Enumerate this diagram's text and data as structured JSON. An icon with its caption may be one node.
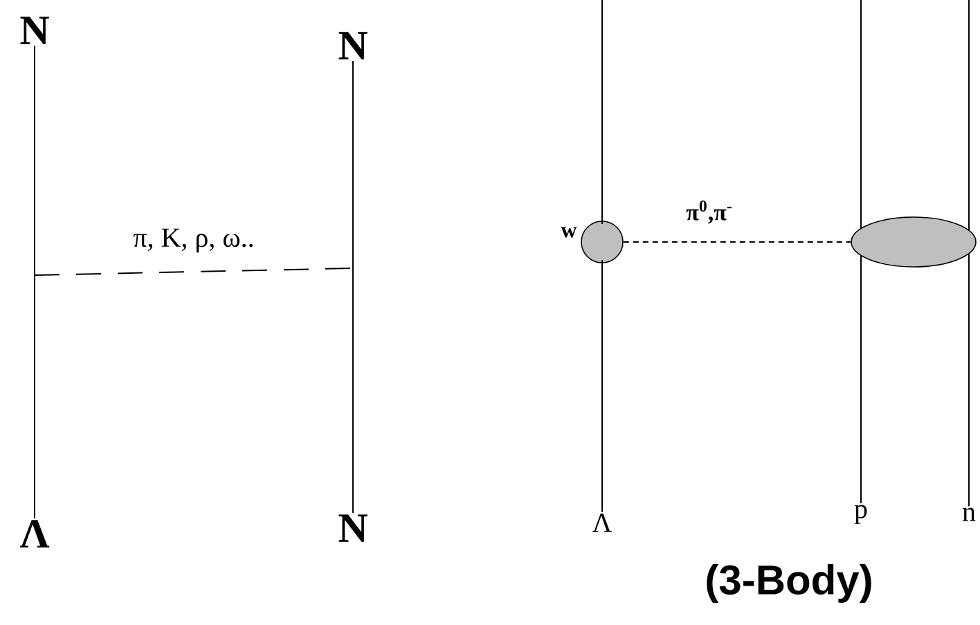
{
  "diagram": {
    "caption": "(3-Body)",
    "nodes": [
      {
        "text": [
          "N"
        ]
      },
      {
        "text": [
          "N"
        ]
      },
      {
        "text": [],
        "shape": "circle",
        "beside": [
          "w"
        ]
      },
      {
        "text": [],
        "shape": "ellipse"
      },
      {
        "text": [
          "Λ"
        ]
      },
      {
        "text": [
          "N"
        ]
      },
      {
        "text": [
          "Λ"
        ]
      },
      {
        "text": [
          "p"
        ]
      },
      {
        "text": [
          "n"
        ]
      }
    ],
    "edges": [
      {
        "from": 0,
        "to": 4,
        "arrow": "none"
      },
      {
        "from": 1,
        "to": 5,
        "arrow": "none"
      },
      {
        "from": null,
        "to": 2,
        "arrow": "none"
      },
      {
        "from": 2,
        "to": 6,
        "arrow": "none"
      },
      {
        "from": null,
        "to": 3,
        "arrow": "none"
      },
      {
        "from": 3,
        "to": 7,
        "arrow": "none"
      },
      {
        "from": null,
        "to": 3,
        "arrow": "none"
      },
      {
        "from": 3,
        "to": 8,
        "arrow": "none"
      },
      {
        "from": 2,
        "to": 3,
        "arrow": "none",
        "style": "dashed",
        "label": "π$^{0}$,π$^{-}$"
      }
    ],
    "labels": [
      "π, K, ρ, ω.."
    ]
  }
}
